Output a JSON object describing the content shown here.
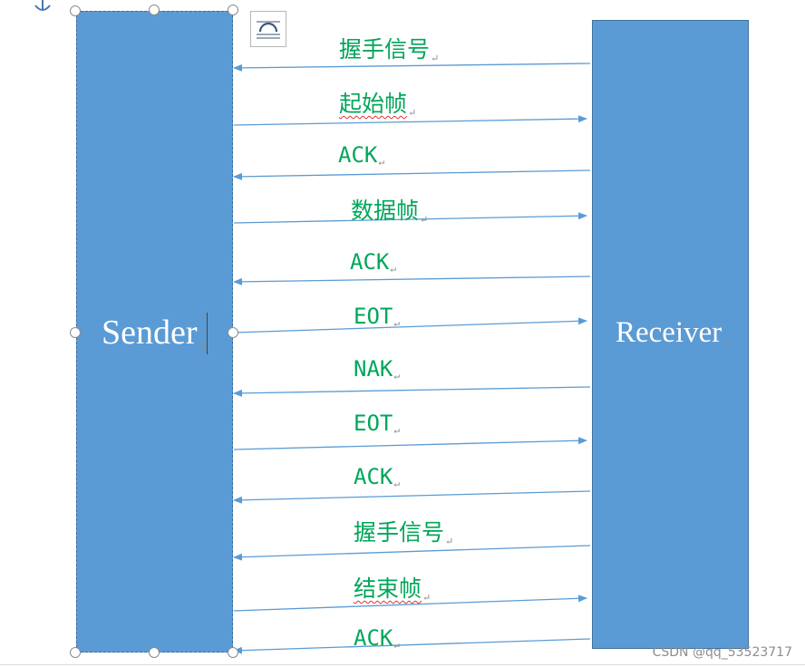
{
  "sender": {
    "label": "Sender"
  },
  "receiver": {
    "label": "Receiver"
  },
  "paragraph_mark": "↵",
  "messages": [
    {
      "label": "握手信号",
      "direction": "to-sender"
    },
    {
      "label": "起始帧",
      "direction": "to-receiver"
    },
    {
      "label": "ACK",
      "direction": "to-sender"
    },
    {
      "label": "数据帧",
      "direction": "to-receiver"
    },
    {
      "label": "ACK",
      "direction": "to-sender"
    },
    {
      "label": "EOT",
      "direction": "to-receiver"
    },
    {
      "label": "NAK",
      "direction": "to-sender"
    },
    {
      "label": "EOT",
      "direction": "to-receiver"
    },
    {
      "label": "ACK",
      "direction": "to-sender"
    },
    {
      "label": "握手信号",
      "direction": "to-sender"
    },
    {
      "label": "结束帧",
      "direction": "to-receiver"
    },
    {
      "label": "ACK",
      "direction": "to-sender"
    }
  ],
  "watermark": "CSDN @qq_53523717",
  "colors": {
    "box_fill": "#5b9bd5",
    "arrow": "#5b9bd5",
    "label": "#00a65a"
  }
}
